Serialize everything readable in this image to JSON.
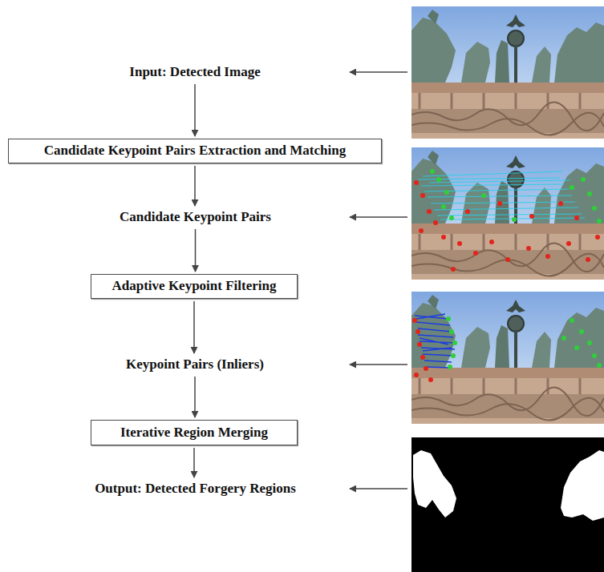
{
  "diagram": {
    "nodes": [
      {
        "text": [
          "Input: Detected Image"
        ]
      },
      {
        "text": [
          "Candidate Keypoint Pairs Extraction and Matching"
        ]
      },
      {
        "text": [
          "Candidate Keypoint Pairs"
        ]
      },
      {
        "text": [
          "Adaptive Keypoint Filtering"
        ]
      },
      {
        "text": [
          "Keypoint Pairs (Inliers)"
        ]
      },
      {
        "text": [
          "Iterative Region Merging"
        ]
      },
      {
        "text": [
          "Output: Detected Forgery Regions"
        ]
      }
    ],
    "edges": [
      {
        "from": 0,
        "to": 1,
        "arrow": "to"
      },
      {
        "from": 1,
        "to": 2,
        "arrow": "to"
      },
      {
        "from": 2,
        "to": 3,
        "arrow": "to"
      },
      {
        "from": 3,
        "to": 4,
        "arrow": "to"
      },
      {
        "from": 4,
        "to": 5,
        "arrow": "to"
      },
      {
        "from": 5,
        "to": 6,
        "arrow": "to"
      }
    ]
  }
}
